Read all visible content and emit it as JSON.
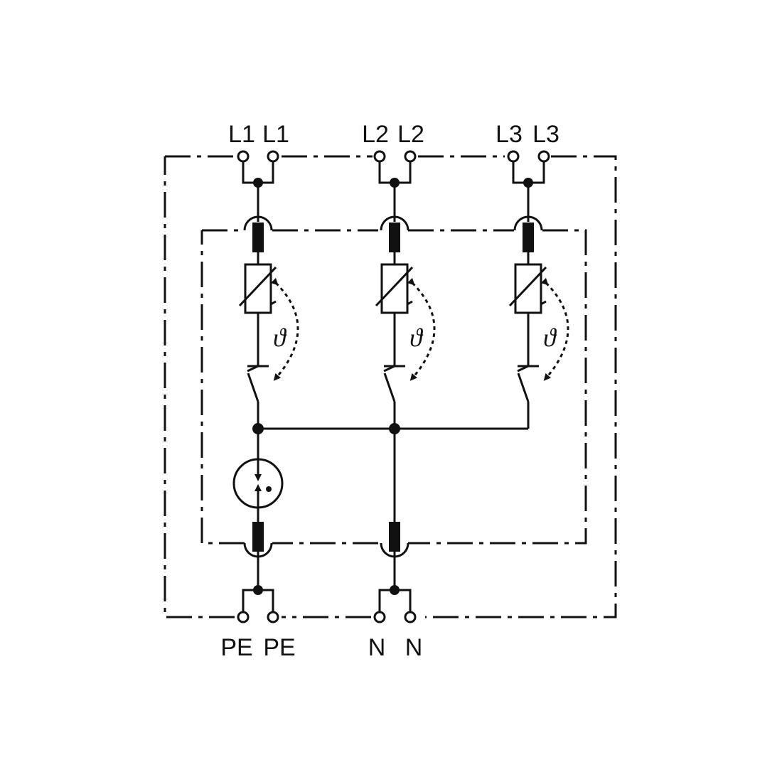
{
  "terminals": {
    "top": [
      "L1",
      "L1",
      "L2",
      "L2",
      "L3",
      "L3"
    ],
    "bottom": [
      "PE",
      "PE",
      "N",
      "N"
    ]
  },
  "thermal_symbol": "ϑ",
  "colors": {
    "line": "#111111",
    "background": "#ffffff"
  }
}
